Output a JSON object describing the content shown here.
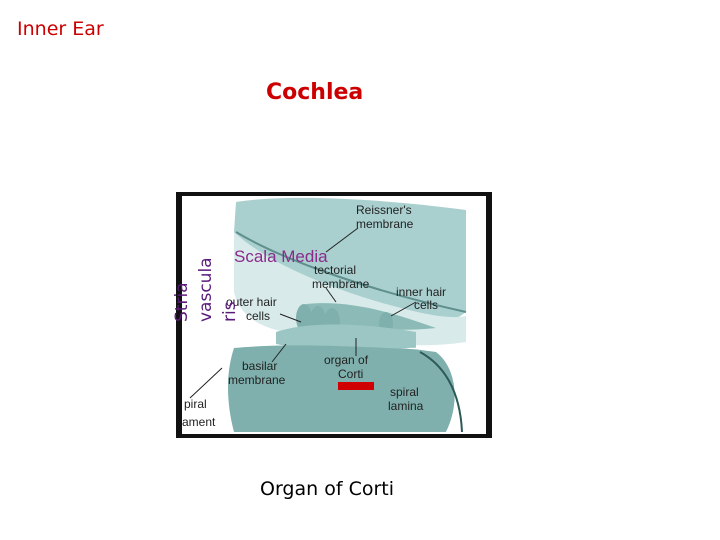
{
  "slide": {
    "title": "Inner Ear",
    "heading": "Cochlea",
    "caption": "Organ of Corti"
  },
  "vertical_labels": [
    "Stria",
    "vascula",
    "ris"
  ],
  "diagram": {
    "region_label": "Scala Media",
    "labels": {
      "reissner_1": "Reissner's",
      "reissner_2": "membrane",
      "tectorial_1": "tectorial",
      "tectorial_2": "membrane",
      "inner_hair_1": "inner hair",
      "inner_hair_2": "cells",
      "outer_hair_1": "outer hair",
      "outer_hair_2": "cells",
      "organ_1": "organ of",
      "organ_2": "Corti",
      "basilar_1": "basilar",
      "basilar_2": "membrane",
      "spiral_lam_1": "spiral",
      "spiral_lam_2": "lamina",
      "spiral_lig_1": "piral",
      "spiral_lig_2": "ament"
    }
  },
  "colors": {
    "title": "#cc0000",
    "heading": "#cc0000",
    "scala_media_text": "#8a2a8a",
    "vertical_label": "#5a1a7a",
    "tissue_light": "#a9cfcf",
    "tissue_dark": "#7fb0ad",
    "tissue_pale": "#d8ebea",
    "frame": "#111111",
    "highlight": "#d10000"
  }
}
